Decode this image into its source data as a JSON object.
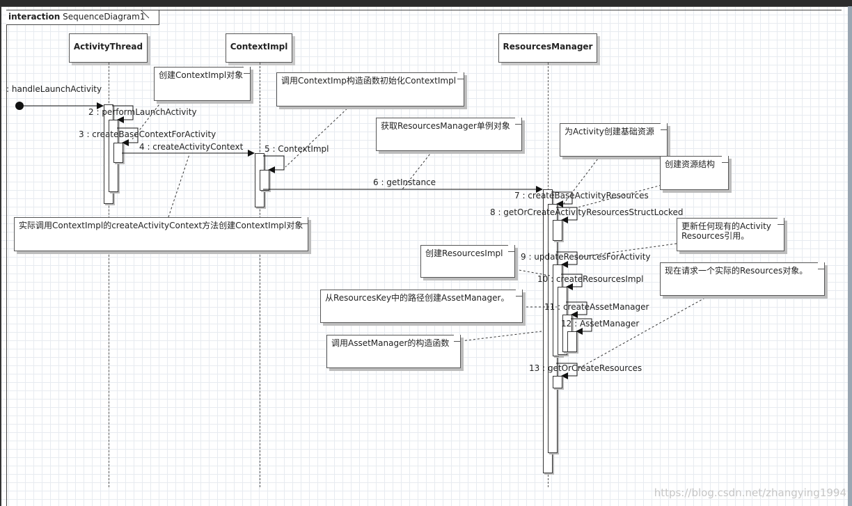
{
  "frame": {
    "keyword": "interaction",
    "name": "SequenceDiagram1"
  },
  "lifelines": [
    {
      "id": "activitythread",
      "name": "ActivityThread"
    },
    {
      "id": "contextimpl",
      "name": "ContextImpl"
    },
    {
      "id": "resourcesmanager",
      "name": "ResourcesManager"
    }
  ],
  "messages": [
    {
      "id": "m1",
      "label": ": handleLaunchActivity"
    },
    {
      "id": "m2",
      "label": "2 : performLaunchActivity"
    },
    {
      "id": "m3",
      "label": "3 : createBaseContextForActivity"
    },
    {
      "id": "m4",
      "label": "4 : createActivityContext"
    },
    {
      "id": "m5",
      "label": "5 : ContextImpl"
    },
    {
      "id": "m6",
      "label": "6 : getInstance"
    },
    {
      "id": "m7",
      "label": "7 : createBaseActivityResources"
    },
    {
      "id": "m8",
      "label": "8 : getOrCreateActivityResourcesStructLocked"
    },
    {
      "id": "m9",
      "label": "9 : updateResourcesForActivity"
    },
    {
      "id": "m10",
      "label": "10 : createResourcesImpl"
    },
    {
      "id": "m11",
      "label": "11 : createAssetManager"
    },
    {
      "id": "m12",
      "label": "12 : AssetManager"
    },
    {
      "id": "m13",
      "label": "13 : getOrCreateResources"
    }
  ],
  "notes": [
    {
      "id": "n1",
      "text": "创建ContextImpl对象"
    },
    {
      "id": "n2",
      "text": "调用ContextImp构造函数初始化ContextImpl"
    },
    {
      "id": "n3",
      "text": "获取ResourcesManager单例对象"
    },
    {
      "id": "n4",
      "text": "实际调用ContextImpl的createActivityContext方法创建ContextImpl对象"
    },
    {
      "id": "n5",
      "text": "为Activity创建基础资源"
    },
    {
      "id": "n6",
      "text": "创建资源结构"
    },
    {
      "id": "n7",
      "text": "更新任何现有的Activity\nResources引用。"
    },
    {
      "id": "n8",
      "text": "创建ResourcesImpl"
    },
    {
      "id": "n9",
      "text": "现在请求一个实际的Resources对象。"
    },
    {
      "id": "n10",
      "text": "从ResourcesKey中的路径创建AssetManager。"
    },
    {
      "id": "n11",
      "text": "调用AssetManager的构造函数"
    }
  ],
  "watermark": "https://blog.csdn.net/zhangying1994"
}
